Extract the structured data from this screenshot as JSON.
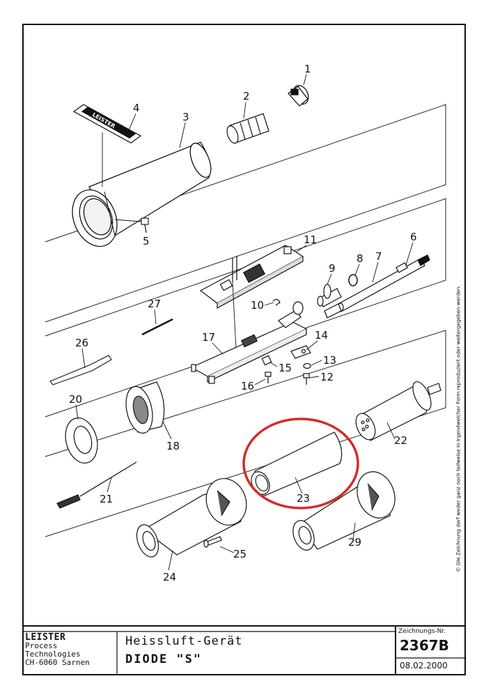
{
  "parts": [
    {
      "n": "1"
    },
    {
      "n": "2"
    },
    {
      "n": "3"
    },
    {
      "n": "4"
    },
    {
      "n": "5"
    },
    {
      "n": "6"
    },
    {
      "n": "7"
    },
    {
      "n": "8"
    },
    {
      "n": "9"
    },
    {
      "n": "10"
    },
    {
      "n": "11"
    },
    {
      "n": "12"
    },
    {
      "n": "13"
    },
    {
      "n": "14"
    },
    {
      "n": "15"
    },
    {
      "n": "16"
    },
    {
      "n": "17"
    },
    {
      "n": "18"
    },
    {
      "n": "20"
    },
    {
      "n": "21"
    },
    {
      "n": "22"
    },
    {
      "n": "23"
    },
    {
      "n": "24"
    },
    {
      "n": "25"
    },
    {
      "n": "26"
    },
    {
      "n": "27"
    },
    {
      "n": "29"
    }
  ],
  "label_text": "LEISTER",
  "highlight": {
    "part": "23",
    "color": "#d42a2a"
  },
  "title_block": {
    "company_name": "LEISTER",
    "company_line2": "Process Technologies",
    "company_line3": "CH-6060 Sarnen",
    "title_line1": "Heissluft-Gerät",
    "title_line2": "DIODE \"S\"",
    "drawing_no_label": "Zeichnungs-Nr.",
    "drawing_no": "2367B",
    "date": "08.02.2000"
  },
  "copyright": "© Die Zeichnung darf weder ganz noch teilweise in irgendwelcher Form reproduziert oder weitergegeben werden."
}
